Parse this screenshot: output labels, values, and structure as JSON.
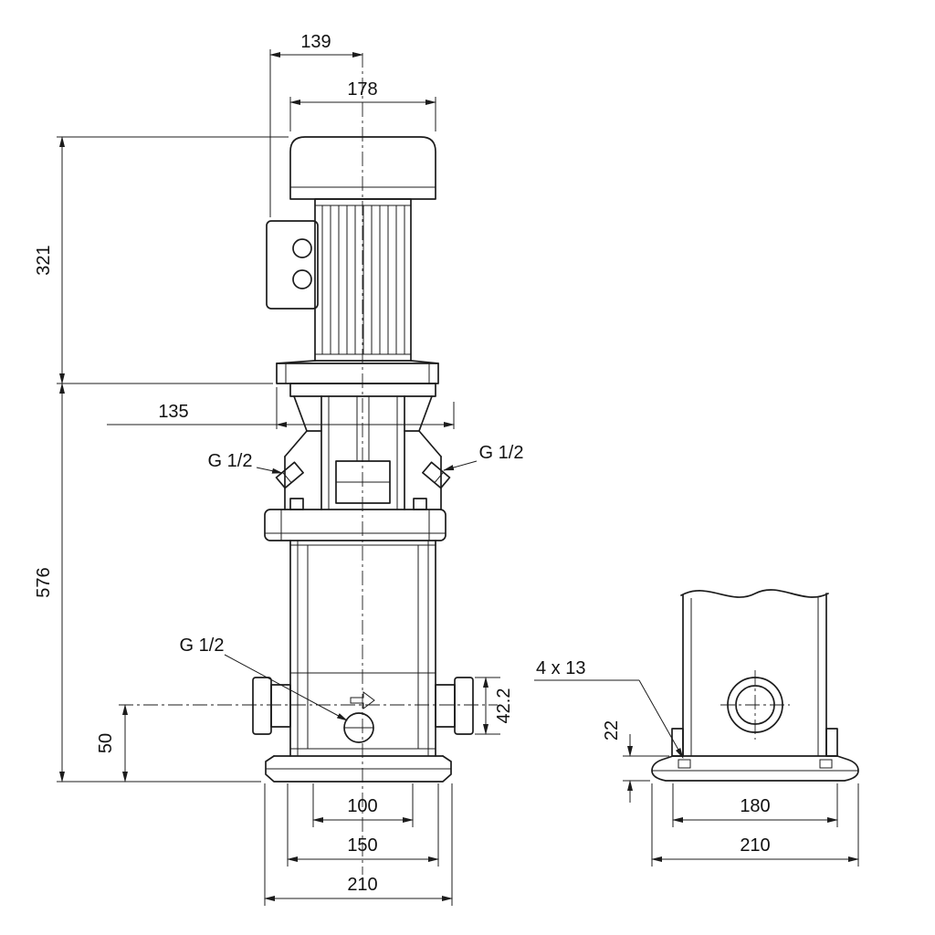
{
  "front_view": {
    "dims": {
      "top_width": "139",
      "motor_diameter": "178",
      "motor_height": "321",
      "head_depth": "135",
      "total_height": "576",
      "port_center_height": "50",
      "port_face_offset": "42.2",
      "base_hole_spacing": "100",
      "base_mid_width": "150",
      "base_width": "210"
    },
    "ports": {
      "top_left": "G 1/2",
      "top_right": "G 1/2",
      "drain": "G 1/2"
    }
  },
  "side_view": {
    "dims": {
      "bolt_holes": "4 x 13",
      "base_height": "22",
      "foot_width": "180",
      "base_width": "210"
    }
  }
}
